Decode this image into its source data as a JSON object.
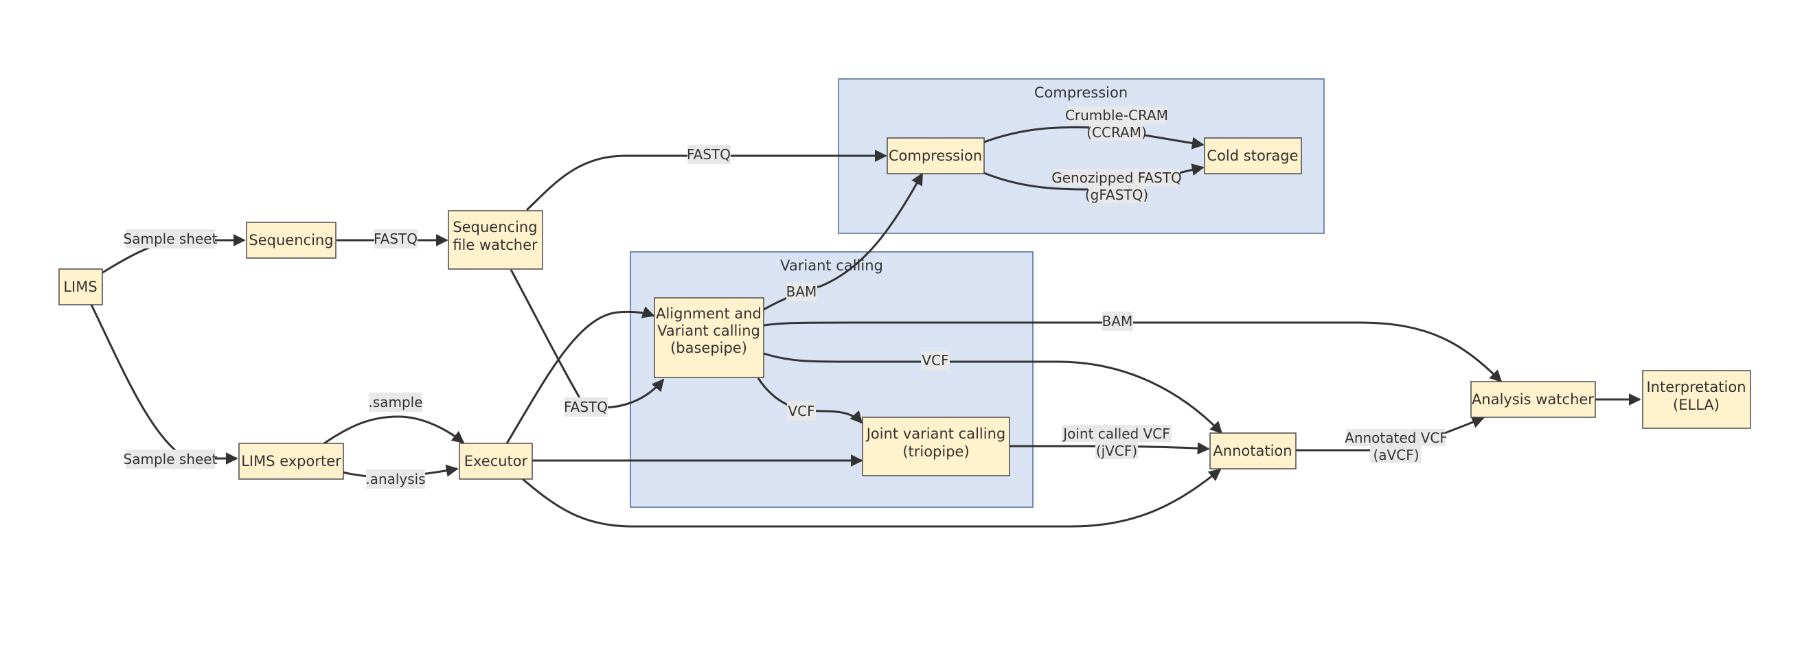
{
  "clusters": {
    "compression": "Compression",
    "variant_calling": "Variant calling"
  },
  "nodes": {
    "lims": "LIMS",
    "sequencing": "Sequencing",
    "seq_watcher": [
      "Sequencing",
      "file watcher"
    ],
    "lims_exporter": "LIMS exporter",
    "executor": "Executor",
    "basepipe": [
      "Alignment and",
      "Variant calling",
      "(basepipe)"
    ],
    "triopipe": [
      "Joint variant calling",
      "(triopipe)"
    ],
    "compression": "Compression",
    "cold_storage": "Cold storage",
    "annotation": "Annotation",
    "analysis_watcher": "Analysis watcher",
    "ella": [
      "Interpretation",
      "(ELLA)"
    ]
  },
  "edges": {
    "lims_seq": "Sample sheet",
    "lims_exporter": "Sample sheet",
    "seq_watcher": "FASTQ",
    "watcher_compression": "FASTQ",
    "watcher_basepipe": "FASTQ",
    "exporter_sample": ".sample",
    "exporter_analysis": ".analysis",
    "ccram": [
      "Crumble-CRAM",
      "(CCRAM)"
    ],
    "gfastq": [
      "Genozipped FASTQ",
      "(gFASTQ)"
    ],
    "basepipe_bam_compress": "BAM",
    "basepipe_bam_watcher": "BAM",
    "basepipe_vcf_annotation": "VCF",
    "basepipe_vcf_triopipe": "VCF",
    "jvcf": [
      "Joint called VCF",
      "(jVCF)"
    ],
    "avcf": [
      "Annotated VCF",
      "(aVCF)"
    ]
  }
}
